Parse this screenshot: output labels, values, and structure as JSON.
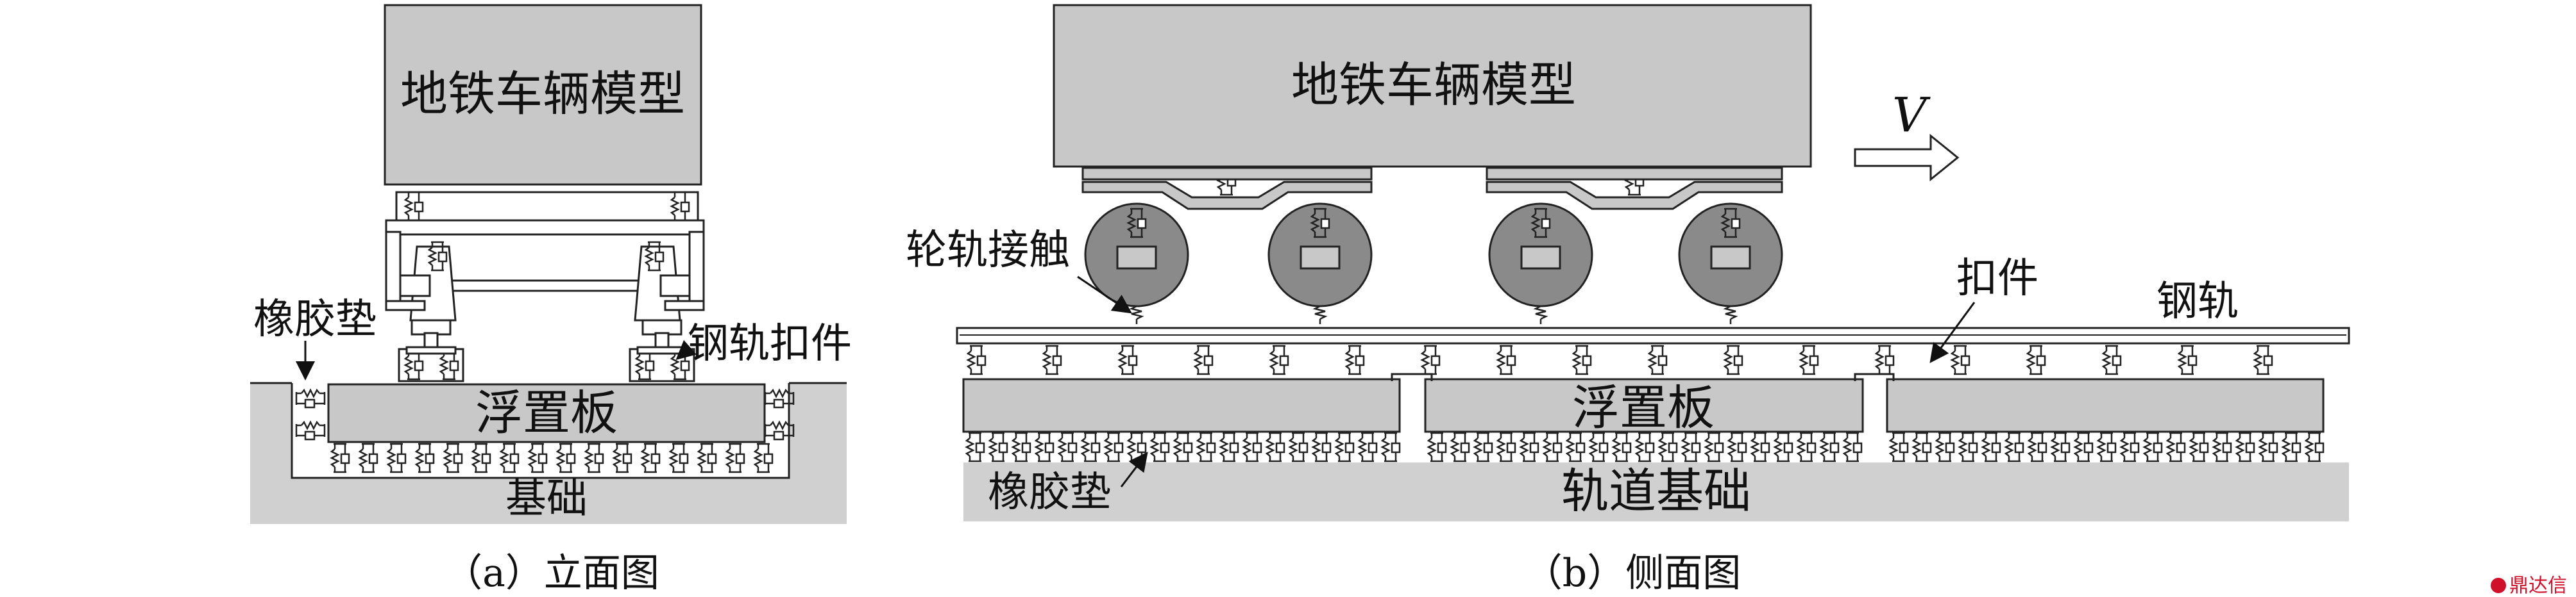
{
  "panel_a": {
    "vehicle_label": "地铁车辆模型",
    "rubber_pad_label": "橡胶垫",
    "rail_fastener_label": "钢轨扣件",
    "floating_slab_label": "浮置板",
    "foundation_label": "基础",
    "caption": "（a）立面图"
  },
  "panel_b": {
    "vehicle_label": "地铁车辆模型",
    "velocity_label": "V",
    "wheel_rail_contact_label": "轮轨接触",
    "fastener_label": "扣件",
    "rail_label": "钢轨",
    "floating_slab_label": "浮置板",
    "rubber_pad_label": "橡胶垫",
    "track_foundation_label": "轨道基础",
    "caption": "（b）侧面图"
  },
  "watermark": "鼎达信",
  "colors": {
    "body_gray": "#c8c8c8",
    "wheel_gray": "#8a8a8a",
    "outline": "#222222",
    "watermark_red": "#d0112b"
  }
}
